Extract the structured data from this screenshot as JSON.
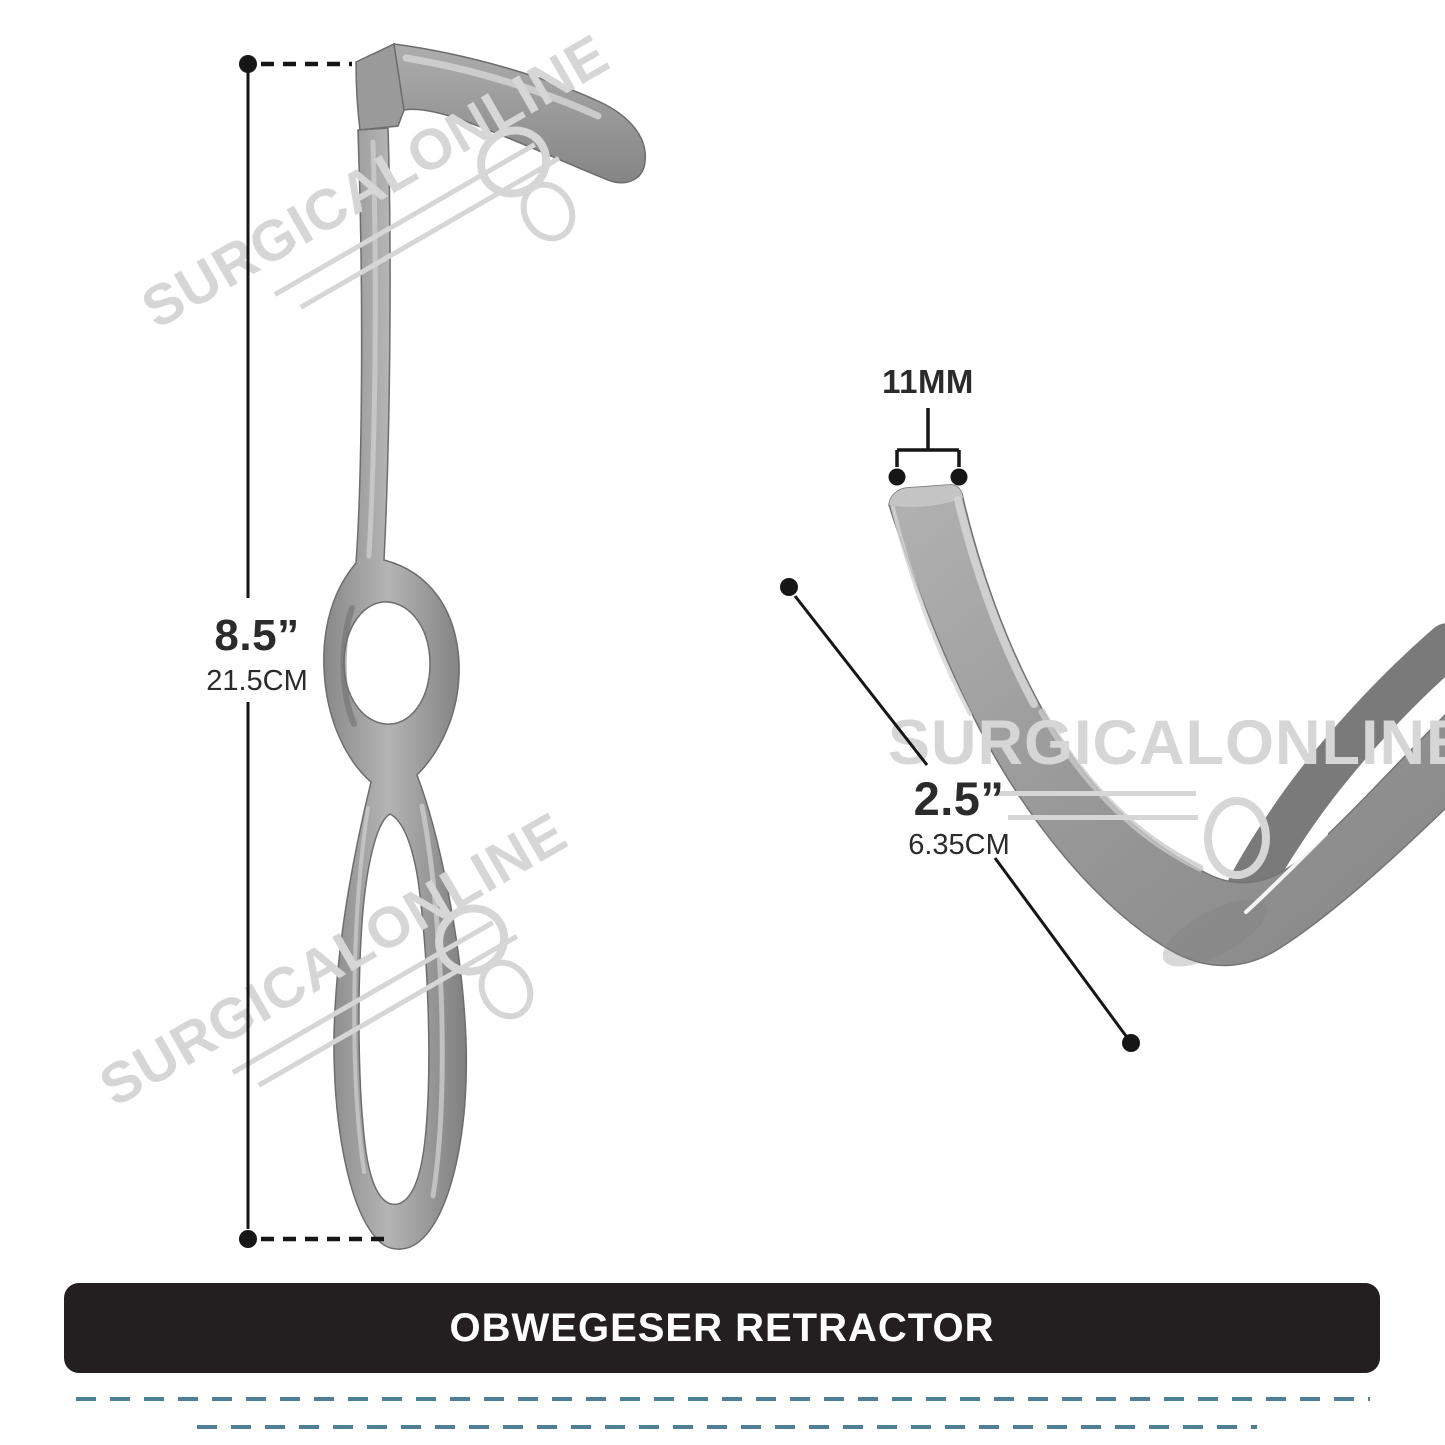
{
  "banner": {
    "label": "OBWEGESER RETRACTOR"
  },
  "measurements": {
    "length": {
      "inches": "8.5”",
      "cm": "21.5CM"
    },
    "blade_width": {
      "mm": "11MM"
    },
    "blade_length": {
      "inches": "2.5”",
      "cm": "6.35CM"
    }
  },
  "watermark": {
    "text": "SURGICALONLINE"
  },
  "colors": {
    "banner_bg": "#231f20",
    "banner_text": "#ffffff",
    "dim": "#161616",
    "text": "#2b2b2b",
    "dash": "#4e7f95",
    "wm": "#d6d6d6"
  }
}
